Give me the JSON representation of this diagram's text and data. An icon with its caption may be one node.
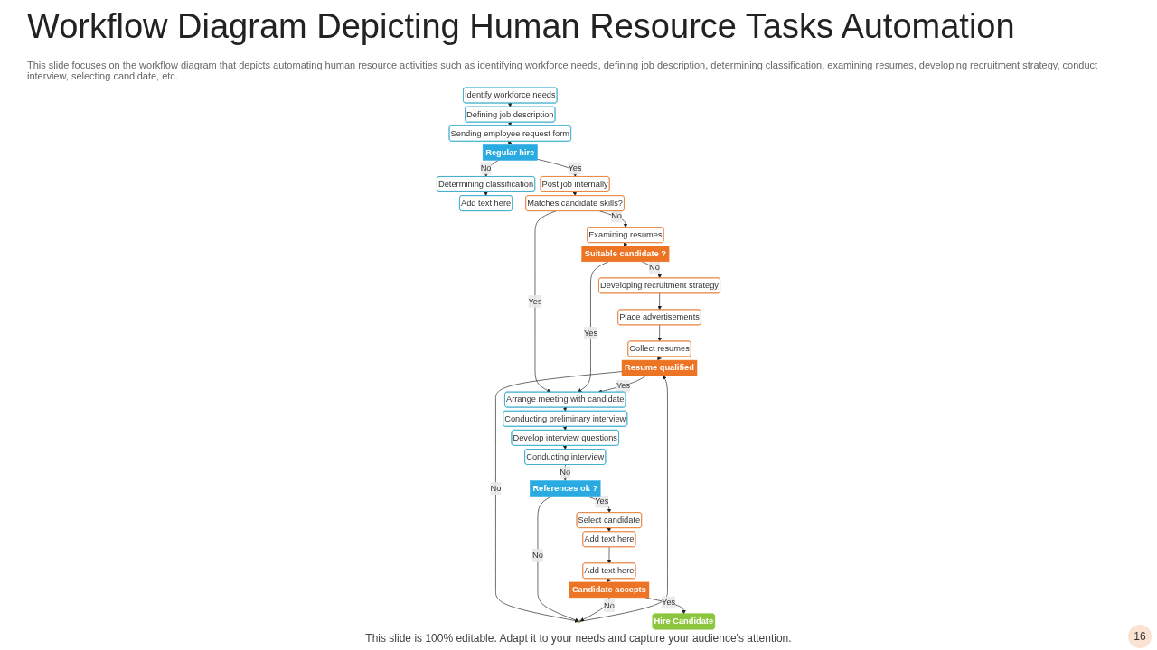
{
  "diagram": {
    "title": "Workflow Diagram Depicting Human Resource Tasks Automation",
    "nodes": [
      {
        "text": [
          "Identify workforce needs"
        ]
      },
      {
        "text": [
          "Defining job description"
        ]
      },
      {
        "text": [
          "Sending employee request form"
        ]
      },
      {
        "text": [
          "Regular hire"
        ]
      },
      {
        "text": [
          "Determining classification"
        ]
      },
      {
        "text": [
          "Add text here"
        ]
      },
      {
        "text": [
          "Post job internally"
        ]
      },
      {
        "text": [
          "Matches candidate skills?"
        ]
      },
      {
        "text": [
          "Examining resumes"
        ]
      },
      {
        "text": [
          "Suitable candidate ?"
        ]
      },
      {
        "text": [
          "Developing recruitment strategy"
        ]
      },
      {
        "text": [
          "Place advertisements"
        ]
      },
      {
        "text": [
          "Collect resumes"
        ]
      },
      {
        "text": [
          "Resume qualified"
        ]
      },
      {
        "text": [
          "Arrange meeting with candidate"
        ]
      },
      {
        "text": [
          "Conducting preliminary interview"
        ]
      },
      {
        "text": [
          "Develop interview questions"
        ]
      },
      {
        "text": [
          "Conducting interview"
        ]
      },
      {
        "text": [
          "References ok ?"
        ]
      },
      {
        "text": [],
        "shape": "circle"
      },
      {
        "text": [
          "Select candidate"
        ]
      },
      {
        "text": [
          "Add text here"
        ]
      },
      {
        "text": [
          "Add text here"
        ]
      },
      {
        "text": [
          "Candidate accepts"
        ]
      },
      {
        "text": [
          "Hire Candidate"
        ]
      }
    ],
    "edges": [
      {
        "from": 0,
        "to": 1,
        "arrow": "to"
      },
      {
        "from": 1,
        "to": 2,
        "arrow": "to"
      },
      {
        "from": 2,
        "to": 3,
        "arrow": "to"
      },
      {
        "from": 3,
        "to": 4,
        "label": "No",
        "arrow": "to"
      },
      {
        "from": 4,
        "to": 5,
        "arrow": "to"
      },
      {
        "from": 3,
        "to": 6,
        "label": "Yes",
        "arrow": "to"
      },
      {
        "from": 6,
        "to": 7,
        "arrow": "to"
      },
      {
        "from": 7,
        "to": 8,
        "label": "No",
        "arrow": "to"
      },
      {
        "from": 7,
        "to": 14,
        "label": "Yes",
        "arrow": "to"
      },
      {
        "from": 8,
        "to": 9,
        "arrow": "to"
      },
      {
        "from": 9,
        "to": 10,
        "label": "No",
        "arrow": "to"
      },
      {
        "from": 9,
        "to": 14,
        "label": "Yes",
        "arrow": "to"
      },
      {
        "from": 10,
        "to": 11,
        "arrow": "to"
      },
      {
        "from": 11,
        "to": 12,
        "arrow": "to"
      },
      {
        "from": 12,
        "to": 13,
        "arrow": "to"
      },
      {
        "from": 13,
        "to": 14,
        "label": "Yes",
        "arrow": "to"
      },
      {
        "from": 13,
        "to": 19,
        "label": "No",
        "arrow": "to"
      },
      {
        "from": 19,
        "to": 13,
        "arrow": "to"
      },
      {
        "from": 14,
        "to": 15,
        "arrow": "to"
      },
      {
        "from": 15,
        "to": 16,
        "arrow": "to"
      },
      {
        "from": 16,
        "to": 17,
        "arrow": "to"
      },
      {
        "from": 17,
        "to": 18,
        "label": "No",
        "arrow": "to"
      },
      {
        "from": 18,
        "to": 19,
        "label": "No",
        "arrow": "to"
      },
      {
        "from": 18,
        "to": 20,
        "label": "Yes",
        "arrow": "to"
      },
      {
        "from": 20,
        "to": 21,
        "arrow": "to"
      },
      {
        "from": 21,
        "to": 22,
        "arrow": "to"
      },
      {
        "from": 22,
        "to": 23,
        "arrow": "to"
      },
      {
        "from": 23,
        "to": 24,
        "label": "Yes",
        "arrow": "to"
      },
      {
        "from": 23,
        "to": 19,
        "label": "No",
        "arrow": "to"
      }
    ],
    "labels": [
      "This slide focuses on the workflow diagram that depicts automating human resource activities such as identifying workforce needs, defining job description, determining classification, examining resumes, developing recruitment strategy, conduct interview, selecting candidate, etc.",
      "This slide is 100% editable. Adapt it to your needs and capture your audience's attention.",
      "16"
    ]
  }
}
